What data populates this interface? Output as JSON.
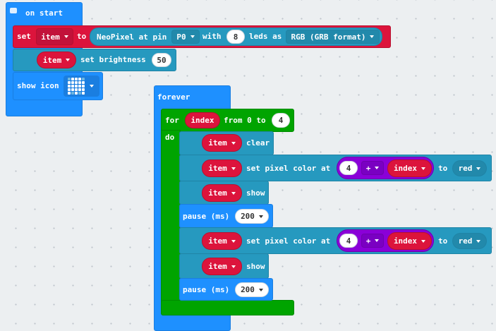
{
  "on_start": {
    "title": "on start",
    "set_kw": "set",
    "var": "item",
    "to_kw": "to",
    "neopixel_label": "NeoPixel at pin",
    "pin": "P0",
    "with_kw": "with",
    "leds_count": "8",
    "leds_as": "leds as",
    "format": "RGB (GRB format)",
    "brightness_label": "set brightness",
    "brightness_value": "50",
    "show_icon_label": "show icon",
    "icon_pattern": [
      0,
      1,
      1,
      1,
      0,
      1,
      1,
      1,
      1,
      1,
      1,
      1,
      1,
      1,
      1,
      1,
      1,
      1,
      1,
      1,
      1,
      0,
      1,
      0,
      1
    ]
  },
  "forever": {
    "title": "forever",
    "for_kw": "for",
    "index_var": "index",
    "from_to": "from 0 to",
    "to_value": "4",
    "do_kw": "do",
    "clear_label": "clear",
    "set_pixel_label": "set pixel color at",
    "plus_op": "+",
    "num_4": "4",
    "to_kw": "to",
    "color": "red",
    "show_label": "show",
    "pause_label": "pause (ms)",
    "pause_value": "200"
  },
  "colors": {
    "basic_blue": "#1e90ff",
    "variables_red": "#dc143c",
    "neopixel_teal": "#2699bf",
    "loops_green": "#00a400",
    "math_purple": "#8a00d8"
  }
}
